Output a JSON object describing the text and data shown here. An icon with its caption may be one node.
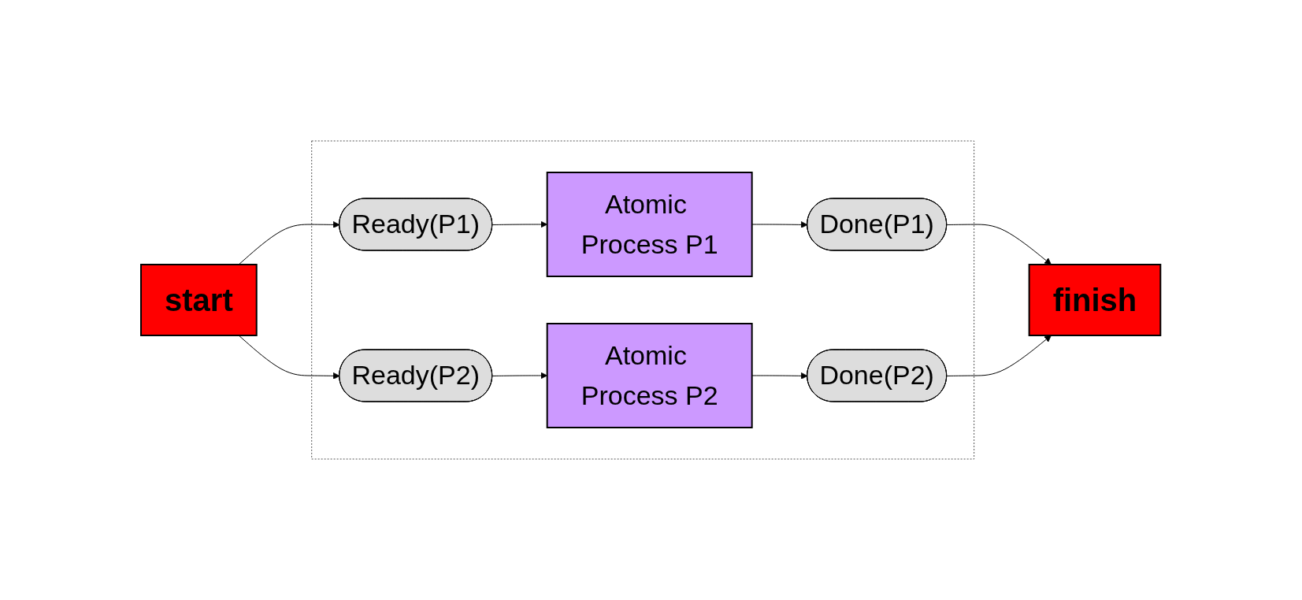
{
  "diagram": {
    "nodes": [
      {
        "text": [
          "start"
        ]
      },
      {
        "text": [
          "finish"
        ]
      },
      {
        "text": [],
        "shape": "box"
      },
      {
        "text": [
          "Ready(P1)"
        ],
        "in": 2
      },
      {
        "text": [
          "Atomic Process P1"
        ],
        "in": 2
      },
      {
        "text": [
          "Done(P1)"
        ],
        "in": 2
      },
      {
        "text": [
          "Ready(P2)"
        ],
        "in": 2
      },
      {
        "text": [
          "Atomic Process P2"
        ],
        "in": 2
      },
      {
        "text": [
          "Done(P2)"
        ],
        "in": 2
      }
    ],
    "edges": [
      {
        "from": 0,
        "to": 3,
        "arrow": "to"
      },
      {
        "from": 0,
        "to": 6,
        "arrow": "to"
      },
      {
        "from": 3,
        "to": 4,
        "arrow": "to"
      },
      {
        "from": 4,
        "to": 5,
        "arrow": "to"
      },
      {
        "from": 5,
        "to": 1,
        "arrow": "to"
      },
      {
        "from": 6,
        "to": 7,
        "arrow": "to"
      },
      {
        "from": 7,
        "to": 8,
        "arrow": "to"
      },
      {
        "from": 8,
        "to": 1,
        "arrow": "to"
      }
    ]
  }
}
